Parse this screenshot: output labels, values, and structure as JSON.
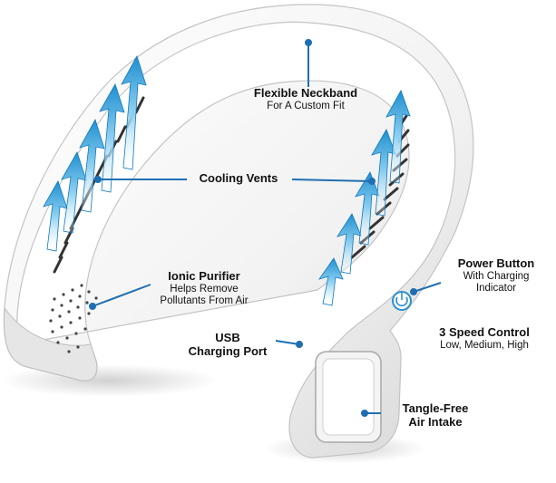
{
  "callouts": {
    "neckband": {
      "title": "Flexible Neckband",
      "sub": "For A Custom Fit"
    },
    "vents": {
      "title": "Cooling Vents"
    },
    "ionic": {
      "title": "Ionic Purifier",
      "sub1": "Helps Remove",
      "sub2": "Pollutants From Air"
    },
    "usb": {
      "title1": "USB",
      "title2": "Charging Port"
    },
    "power": {
      "title": "Power Button",
      "sub1": "With Charging",
      "sub2": "Indicator"
    },
    "speed": {
      "title": "3 Speed Control",
      "sub": "Low, Medium, High"
    },
    "tangle": {
      "title1": "Tangle-Free",
      "title2": "Air Intake"
    }
  },
  "colors": {
    "leader_line": "#1f6fb2",
    "arrow_light": "#e8f6fd",
    "arrow_dark": "#2aa0d9",
    "device_body": "#f7f7f7",
    "device_shadow": "#c9c9c9"
  }
}
